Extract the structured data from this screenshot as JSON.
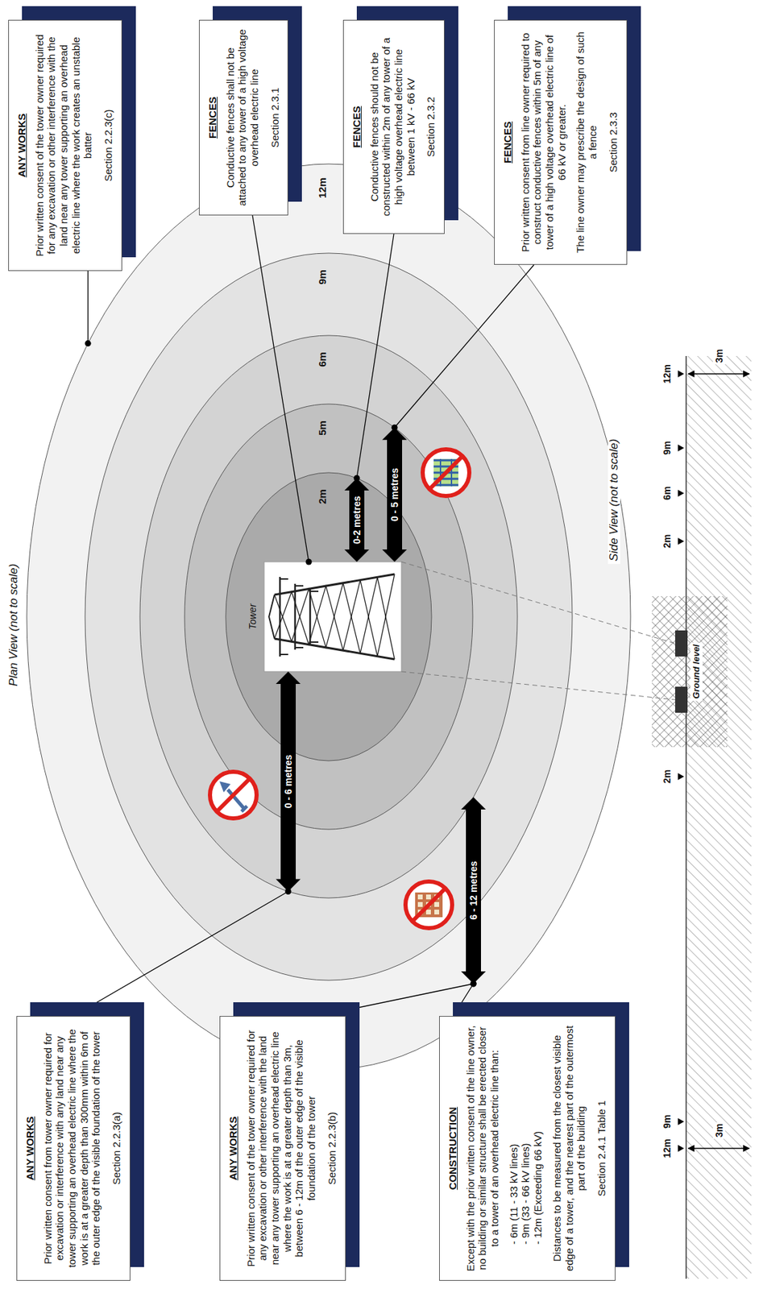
{
  "diagram": {
    "nodes": [
      {
        "text": [
          "ANY WORKS",
          "Prior written consent from tower owner required for excavation or interference with any land near any tower supporting an overhead electric line where the work is at a greater depth than 300mm within 6m of the outer edge of the visible foundation of the tower",
          "Section 2.2.3(a)"
        ]
      },
      {
        "text": [
          "ANY WORKS",
          "Prior written consent of the tower owner required for any excavation or other interference with the land near any tower supporting an overhead electric line where the work is at a greater depth than 3m, between 6 - 12m of the outer edge of the visible foundation of the tower",
          "Section 2.2.3(b)"
        ]
      },
      {
        "text": [
          "CONSTRUCTION",
          "Except with the prior written consent of the line owner, no building or similar structure shall be erected closer to a tower of an overhead electric line than:",
          "- 6m (11 - 33 kV lines)",
          "- 9m (33 - 66 kV lines)",
          "- 12m (Exceeding 66 kV)",
          "Distances to be measured from the closest visible edge of a tower, and the nearest part of the outermost part of the building",
          "Section 2.4.1 Table 1"
        ]
      },
      {
        "text": [
          "ANY WORKS",
          "Prior written consent of the tower owner required for any excavation or other interference with the land near any tower supporting an overhead electric line where the work creates an unstable batter",
          "Section 2.2.3(c)"
        ]
      },
      {
        "text": [
          "FENCES",
          "Conductive fences shall not be attached to any tower of a high voltage overhead electric line",
          "Section 2.3.1"
        ]
      },
      {
        "text": [
          "FENCES",
          "Conductive fences should not be constructed within 2m of any tower of a high voltage overhead electric line between 1 kV - 66 kV",
          "Section 2.3.2"
        ]
      },
      {
        "text": [
          "FENCES",
          "Prior written consent from line owner required to construct conductive fences within 5m of any tower of a high voltage overhead electric line of 66 kV or greater.",
          "The line owner may prescribe the design of such a fence",
          "Section 2.3.3"
        ]
      }
    ],
    "labels": [
      "Plan View (not to scale)",
      "12m",
      "9m",
      "6m",
      "5m",
      "2m",
      "Tower",
      "0 - 6 metres",
      "0-2 metres",
      "0 - 5 metres",
      "6 - 12 metres",
      "Side View (not to scale)",
      "12m",
      "9m",
      "6m",
      "2m",
      "2m",
      "9m",
      "12m",
      "3m",
      "3m",
      "Ground level"
    ]
  }
}
